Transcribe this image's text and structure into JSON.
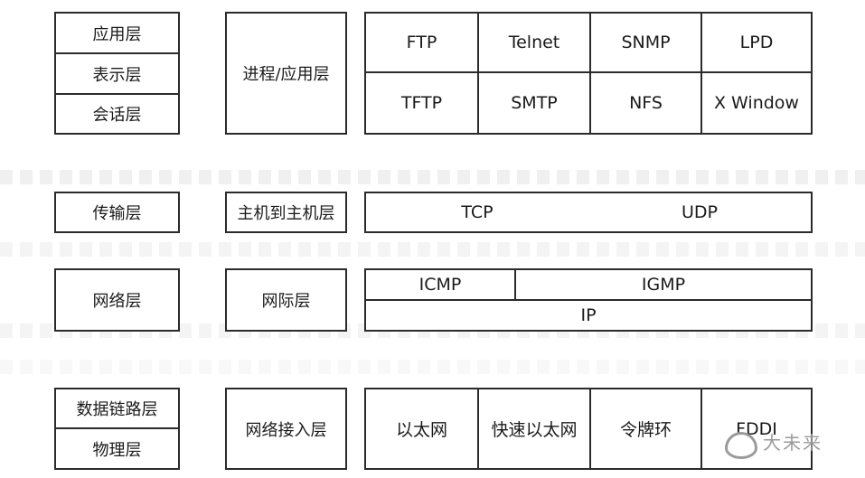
{
  "osi_layers": {
    "application": "应用层",
    "presentation": "表示层",
    "session": "会话层",
    "transport": "传输层",
    "network": "网络层",
    "datalink": "数据链路层",
    "physical": "物理层"
  },
  "tcpip_layers": {
    "process_application": "进程/应用层",
    "host_to_host": "主机到主机层",
    "internet": "网际层",
    "network_access": "网络接入层"
  },
  "protocols": {
    "application_row1": [
      "FTP",
      "Telnet",
      "SNMP",
      "LPD"
    ],
    "application_row2": [
      "TFTP",
      "SMTP",
      "NFS",
      "X Window"
    ],
    "transport": [
      "TCP",
      "UDP"
    ],
    "internet_top": [
      "ICMP",
      "IGMP"
    ],
    "internet_bottom": "IP",
    "network_access": [
      "以太网",
      "快速以太网",
      "令牌环",
      "FDDI"
    ]
  },
  "watermark": {
    "text": "大未来",
    "icon": "wechat-logo-icon"
  }
}
